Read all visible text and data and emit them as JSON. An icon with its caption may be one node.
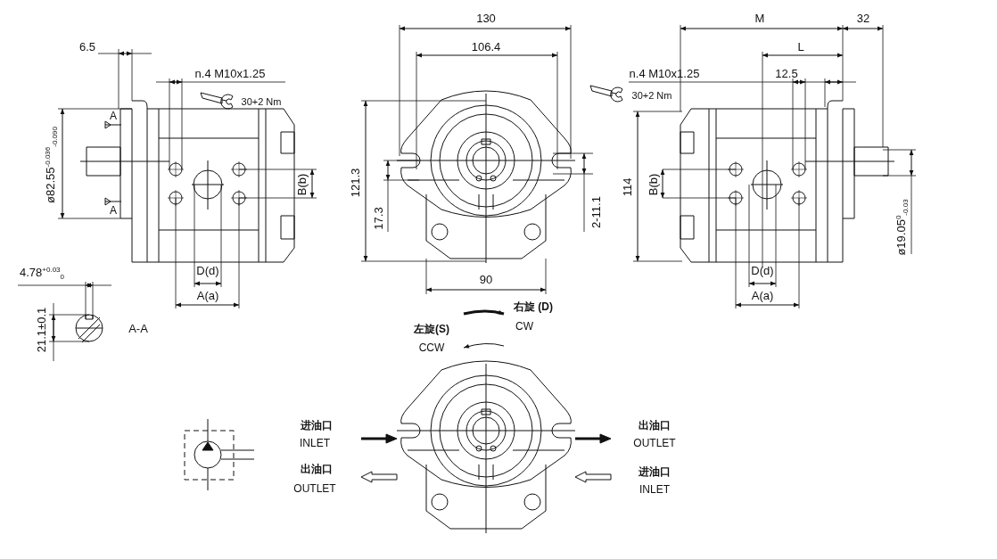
{
  "diagram": {
    "labels": [
      "6.5",
      "130",
      "M",
      "32",
      "106.4",
      "L",
      "n.4  M10x1.25",
      "n.4  M10x1.25",
      "12.5",
      "30+2 Nm",
      "30+2 Nm",
      "A",
      "ø82.55$^{-0.036}$$_{-0.090}$",
      "A",
      "B(b)",
      "121.3",
      "17.3",
      "2-11.1",
      "114",
      "B(b)",
      "ø19.05$^{0}$$_{-0.03}$",
      "D(d)",
      "D(d)",
      "90",
      "4.78$^{+0.03}$$_{0}$",
      "A(a)",
      "A(a)",
      "右旋 (D)",
      "21.1±0.1",
      "A-A",
      "CW",
      "左旋(S)",
      "CCW",
      "进油口",
      "出油口",
      "INLET",
      "OUTLET",
      "出油口",
      "进油口",
      "OUTLET",
      "INLET"
    ]
  }
}
